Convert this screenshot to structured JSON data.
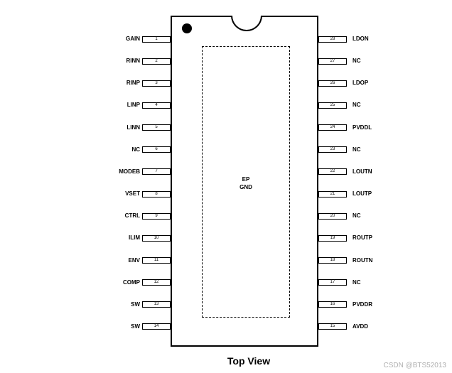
{
  "ep": {
    "line1": "EP",
    "line2": "GND"
  },
  "view_label": "Top View",
  "watermark": "CSDN @BTS52013",
  "left_pins": [
    {
      "num": "1",
      "name": "GAIN"
    },
    {
      "num": "2",
      "name": "RINN"
    },
    {
      "num": "3",
      "name": "RINP"
    },
    {
      "num": "4",
      "name": "LINP"
    },
    {
      "num": "5",
      "name": "LINN"
    },
    {
      "num": "6",
      "name": "NC"
    },
    {
      "num": "7",
      "name": "MODEB"
    },
    {
      "num": "8",
      "name": "VSET"
    },
    {
      "num": "9",
      "name": "CTRL"
    },
    {
      "num": "10",
      "name": "ILIM"
    },
    {
      "num": "11",
      "name": "ENV"
    },
    {
      "num": "12",
      "name": "COMP"
    },
    {
      "num": "13",
      "name": "SW"
    },
    {
      "num": "14",
      "name": "SW"
    }
  ],
  "right_pins": [
    {
      "num": "28",
      "name": "LDON"
    },
    {
      "num": "27",
      "name": "NC"
    },
    {
      "num": "26",
      "name": "LDOP"
    },
    {
      "num": "25",
      "name": "NC"
    },
    {
      "num": "24",
      "name": "PVDDL"
    },
    {
      "num": "23",
      "name": "NC"
    },
    {
      "num": "22",
      "name": "LOUTN"
    },
    {
      "num": "21",
      "name": "LOUTP"
    },
    {
      "num": "20",
      "name": "NC"
    },
    {
      "num": "19",
      "name": "ROUTP"
    },
    {
      "num": "18",
      "name": "ROUTN"
    },
    {
      "num": "17",
      "name": "NC"
    },
    {
      "num": "16",
      "name": "PVDDR"
    },
    {
      "num": "15",
      "name": "AVDD"
    }
  ]
}
